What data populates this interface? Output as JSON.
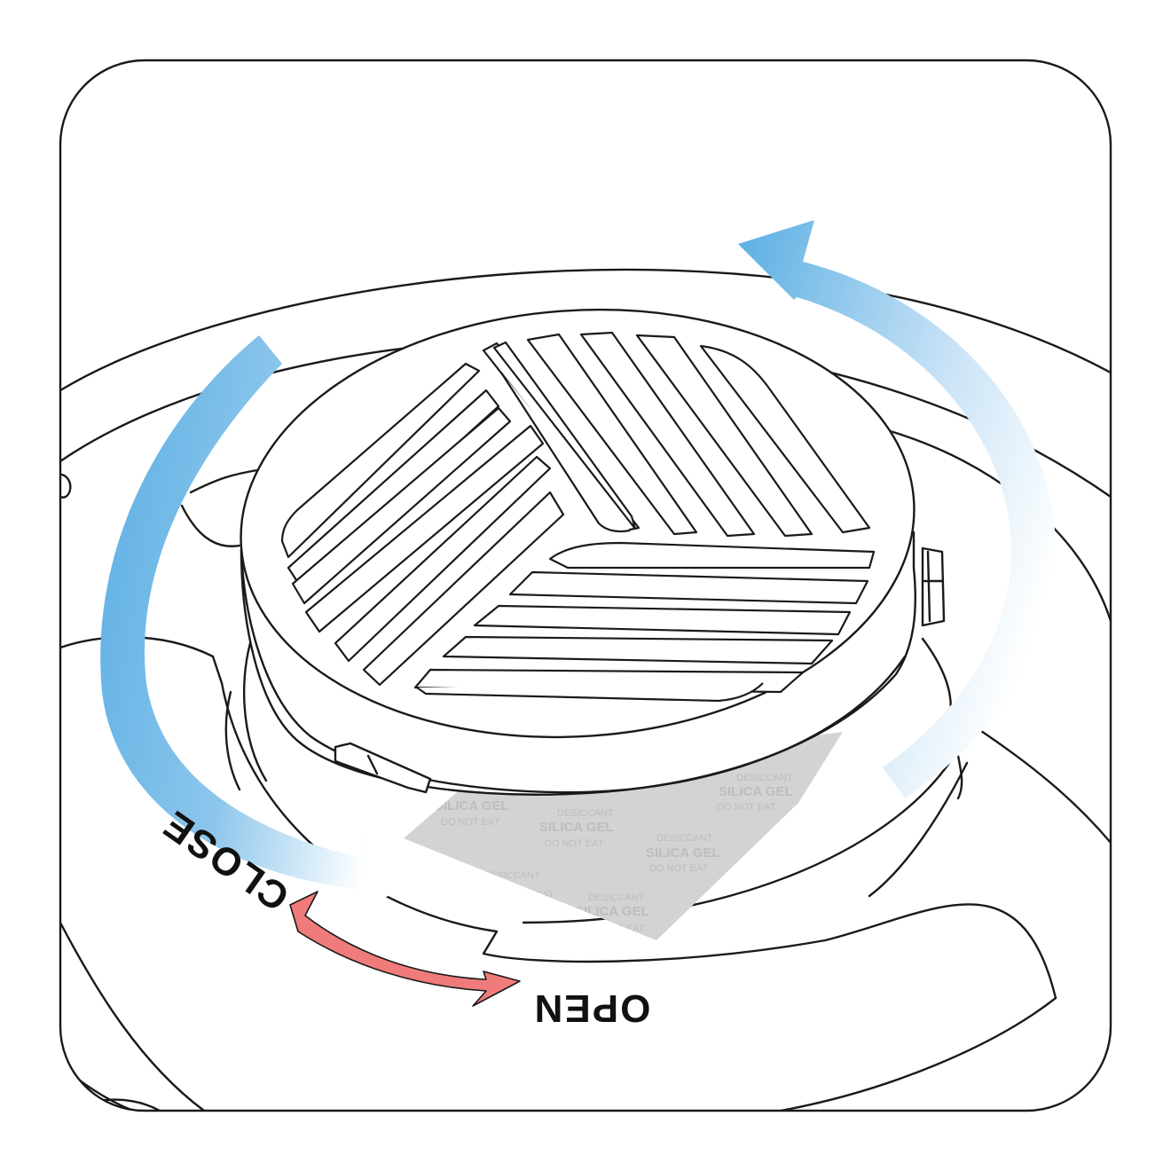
{
  "labels": {
    "open": "OPEN",
    "close": "CLOSE"
  },
  "packet": {
    "brand": "SILICA GEL",
    "type": "DESICCANT",
    "warning": "DO NOT EAT"
  },
  "colors": {
    "outline": "#1a1a1a",
    "rotate_arrow": "#5aaee3",
    "open_arrow": "#f07b7b",
    "packet": "#d3d3d3"
  },
  "icons": {
    "rotate_arrow_left": "counter-clockwise-arrow",
    "rotate_arrow_right": "clockwise-arrow",
    "open_arrow": "open-direction-arrow"
  }
}
